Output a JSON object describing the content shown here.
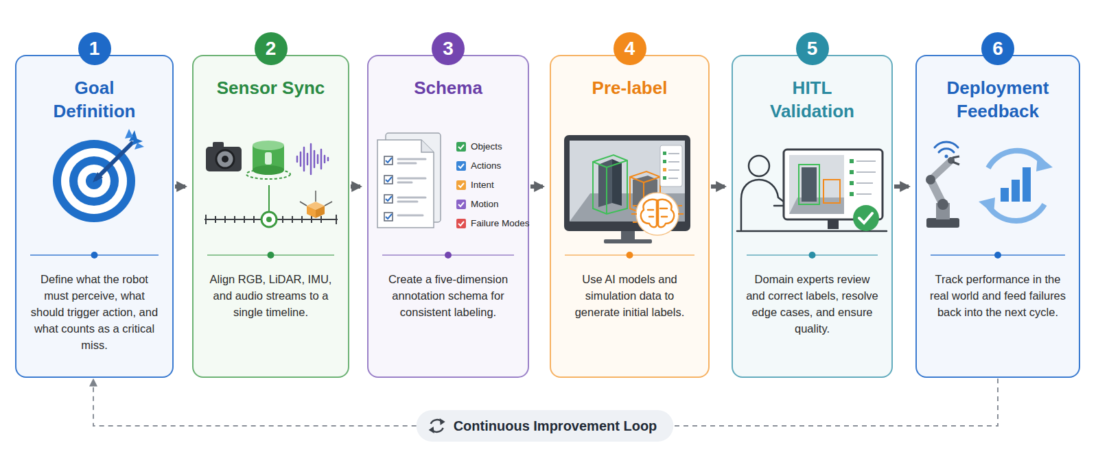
{
  "diagram": {
    "nodes": [
      {
        "text": [
          "1",
          "Goal Definition",
          "Define what the robot must perceive, what should trigger action, and what counts as a critical miss."
        ]
      },
      {
        "text": [
          "2",
          "Sensor Sync",
          "Align RGB, LiDAR, IMU, and audio streams to a single timeline."
        ]
      },
      {
        "text": [
          "3",
          "Schema",
          "Create a five-dimension annotation schema for consistent labeling."
        ]
      },
      {
        "text": [
          "4",
          "Pre-label",
          "Use AI models and simulation data to generate initial labels."
        ]
      },
      {
        "text": [
          "5",
          "HITL Validation",
          "Domain experts review and correct labels, resolve edge cases, and ensure quality."
        ]
      },
      {
        "text": [
          "6",
          "Deployment Feedback",
          "Track performance in the real world and feed failures back into the next cycle."
        ]
      },
      {
        "text": [
          "Continuous Improvement Loop"
        ]
      }
    ],
    "edges": [
      {
        "from": 0,
        "to": 1,
        "arrow": "to"
      },
      {
        "from": 1,
        "to": 2,
        "arrow": "to"
      },
      {
        "from": 2,
        "to": 3,
        "arrow": "to"
      },
      {
        "from": 3,
        "to": 4,
        "arrow": "to"
      },
      {
        "from": 4,
        "to": 5,
        "arrow": "to"
      },
      {
        "from": 5,
        "to": 6,
        "arrow": "none"
      },
      {
        "from": 6,
        "to": 0,
        "arrow": "to"
      }
    ],
    "labels": [
      "Objects",
      "Actions",
      "Intent",
      "Motion",
      "Failure Modes"
    ]
  }
}
